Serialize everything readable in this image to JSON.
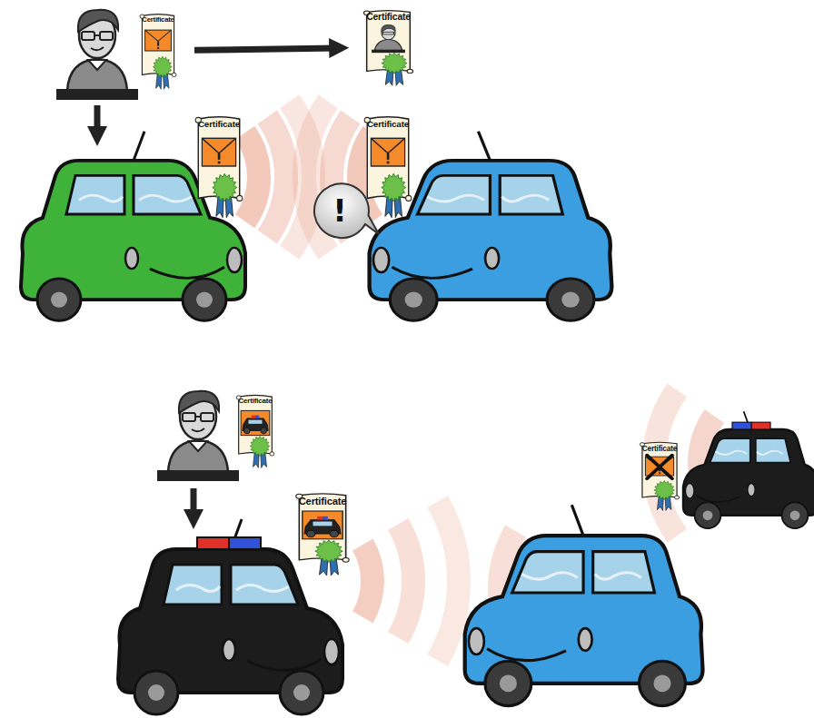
{
  "diagram": {
    "nodes": [
      {
        "text": [
          "Certificate"
        ]
      },
      {
        "text": [
          "Certificate"
        ]
      },
      {
        "text": [
          "Certificate"
        ]
      },
      {
        "text": [
          "Certificate"
        ]
      },
      {
        "text": [
          "!"
        ]
      },
      {
        "text": [
          "Certificate"
        ]
      },
      {
        "text": [
          "Certificate"
        ]
      },
      {
        "text": [
          "Certificate"
        ]
      }
    ],
    "edges": [
      {
        "from": 0,
        "to": 1,
        "arrow": "to"
      }
    ]
  }
}
